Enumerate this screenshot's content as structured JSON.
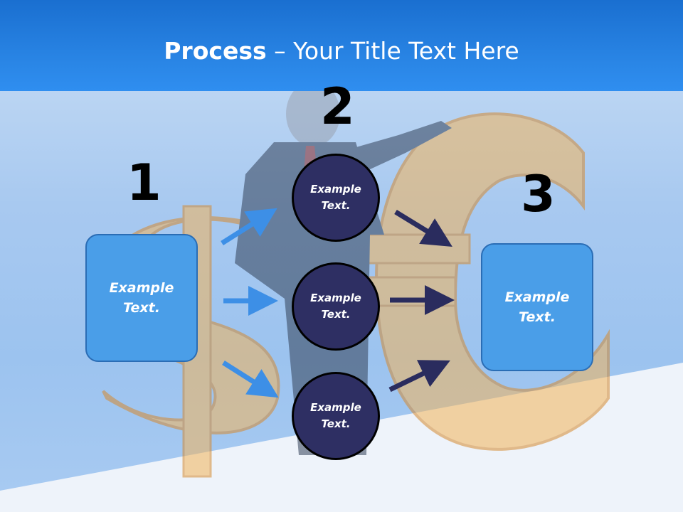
{
  "title": {
    "bold": "Process",
    "rest": " – Your Title Text Here"
  },
  "steps": {
    "one": "1",
    "two": "2",
    "three": "3"
  },
  "boxes": {
    "left": "Example\nText.",
    "right": "Example\nText."
  },
  "circles": {
    "top": "Example\nText.",
    "middle": "Example\nText.",
    "bottom": "Example\nText."
  },
  "colors": {
    "header": "#2a86e6",
    "box": "#4a9ee8",
    "circle": "#2e2f63",
    "arrow_light": "#3d8fe6",
    "arrow_dark": "#2a2c5e"
  }
}
